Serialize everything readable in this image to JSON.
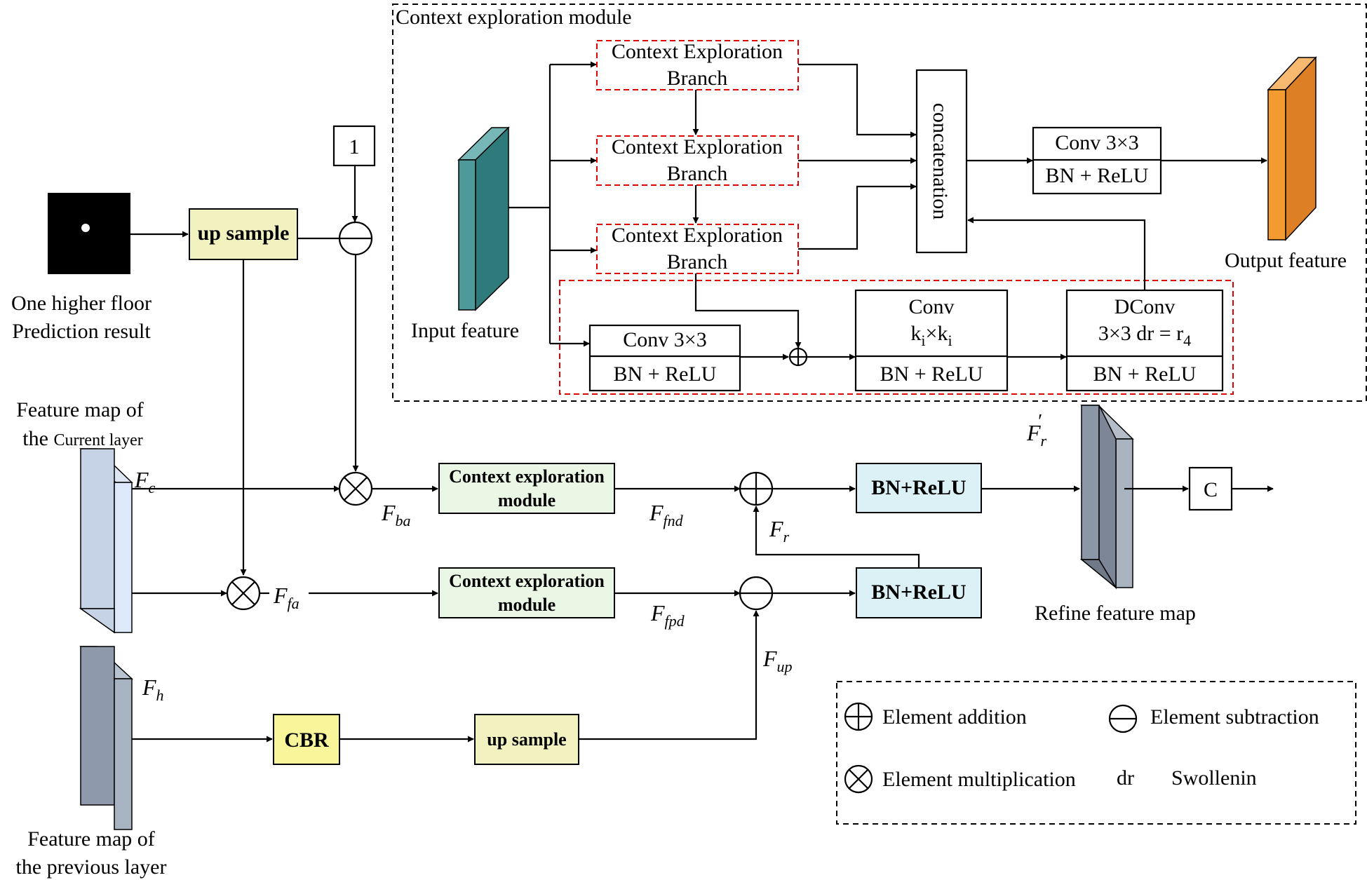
{
  "cem": {
    "title": "Context exploration module",
    "branch_line1": "Context Exploration",
    "branch_line2": "Branch",
    "concat": "concatenation",
    "conv_top_a": "Conv 3×3",
    "conv_top_b": "BN + ReLU",
    "input_label": "Input feature",
    "output_label": "Output feature",
    "conv_a": "Conv 3×3",
    "conv_b": "BN + ReLU",
    "convk_a": "Conv",
    "convk_b": "k",
    "convk_b_sub": "i",
    "convk_b_mid": "×k",
    "convk_b_sub2": "i",
    "convk_c": "BN + ReLU",
    "dconv_a": "DConv",
    "dconv_b": "3×3 dr = r",
    "dconv_b_sub": "4",
    "dconv_c": "BN + ReLU"
  },
  "left": {
    "one_box": "1",
    "pred_line1": "One higher floor",
    "pred_line2": "Prediction result",
    "upsample": "up sample",
    "cur_line1": "Feature map of",
    "cur_line2a": "the",
    "cur_line2b": "Current layer",
    "prev_line1": "Feature map of",
    "prev_line2": "the previous layer"
  },
  "main": {
    "cem_box_line1": "Context exploration",
    "cem_box_line2": "module",
    "bnrelu": "BN+ReLU",
    "cbr": "CBR",
    "upsample2": "up sample",
    "c_box": "C",
    "refine": "Refine feature map"
  },
  "symbols": {
    "Fc": {
      "main": "F",
      "sub": "c"
    },
    "Fba": {
      "main": "F",
      "sub": "ba"
    },
    "Ffnd": {
      "main": "F",
      "sub": "fnd"
    },
    "Fr": {
      "main": "F",
      "sub": "r"
    },
    "Frp": {
      "main": "F",
      "sub": "r",
      "sup": "′"
    },
    "Ffa": {
      "main": "F",
      "sub": "fa"
    },
    "Ffpd": {
      "main": "F",
      "sub": "fpd"
    },
    "Fup": {
      "main": "F",
      "sub": "up"
    },
    "Fh": {
      "main": "F",
      "sub": "h"
    }
  },
  "legend": {
    "add": "Element addition",
    "sub": "Element subtraction",
    "mul": "Element multiplication",
    "dr_key": "dr",
    "dr_val": "Swollenin"
  },
  "colors": {
    "teal": "#4e9a9a",
    "orange": "#f39a30",
    "light_blue": "#c6d3e6",
    "slate": "#8b96a6",
    "yellow_box": "#f2f2c0",
    "green_box": "#e9f7e4",
    "cyan_box": "#dcf1f6",
    "cbr_box": "#f8f59a"
  }
}
